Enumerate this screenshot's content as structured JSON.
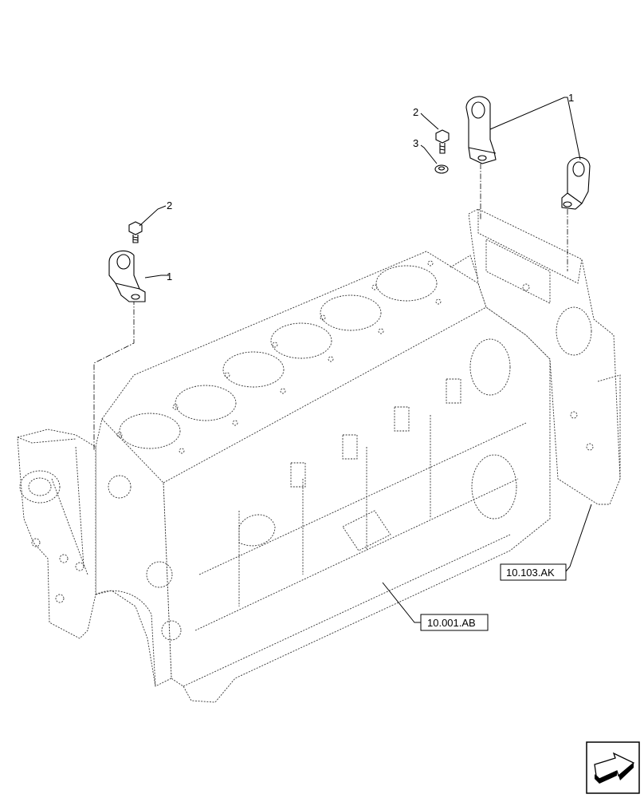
{
  "callouts": {
    "c1_left": "1",
    "c2_left": "2",
    "c1_right": "1",
    "c2_right": "2",
    "c3_right": "3"
  },
  "references": {
    "engine_block": "10.001.AB",
    "rear_housing": "10.103.AK"
  },
  "icons": {
    "nav": "next-page-arrow-icon"
  }
}
